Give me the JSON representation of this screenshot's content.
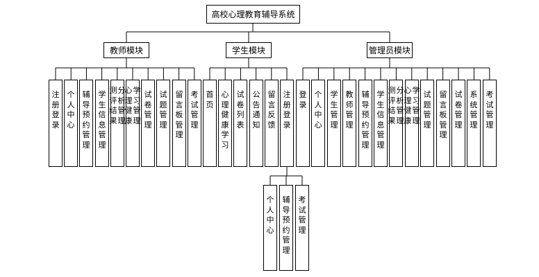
{
  "root": {
    "label": "高校心理教育辅导系统"
  },
  "modules": [
    {
      "label": "教师模块",
      "children": [
        "注册登录",
        "个人中心",
        "辅导预约管理",
        "学生信息管理",
        "测评结果分析管理",
        "心理健康学习管理",
        "试卷管理",
        "试题管理",
        "留言板管理",
        "考试管理"
      ]
    },
    {
      "label": "学生模块",
      "children": [
        "首页",
        "心理健康学习",
        "试卷列表",
        "公告通知",
        "留言反馈",
        "注册登录"
      ]
    },
    {
      "label": "管理员模块",
      "children": [
        "登录",
        "个人中心",
        "学生管理",
        "教师管理",
        "辅导预约管理",
        "学生信息管理",
        "测评结果分析管理",
        "心理健康学习管理",
        "试题管理",
        "留言板管理",
        "试卷管理",
        "系统管理",
        "考试管理"
      ]
    }
  ],
  "student_login_children": [
    "个人中心",
    "辅导预约管理",
    "考试管理"
  ]
}
